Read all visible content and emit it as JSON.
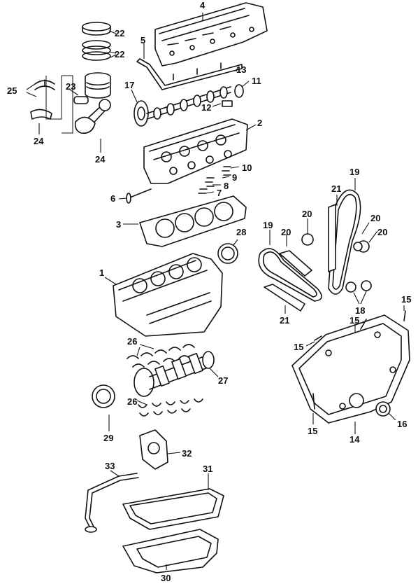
{
  "callouts": [
    {
      "id": "c4",
      "text": "4"
    },
    {
      "id": "c22a",
      "text": "22"
    },
    {
      "id": "c22b",
      "text": "22"
    },
    {
      "id": "c5",
      "text": "5"
    },
    {
      "id": "c13",
      "text": "13"
    },
    {
      "id": "c25",
      "text": "25"
    },
    {
      "id": "c23",
      "text": "23"
    },
    {
      "id": "c17",
      "text": "17"
    },
    {
      "id": "c11",
      "text": "11"
    },
    {
      "id": "c12",
      "text": "12"
    },
    {
      "id": "c24a",
      "text": "24"
    },
    {
      "id": "c24b",
      "text": "24"
    },
    {
      "id": "c2",
      "text": "2"
    },
    {
      "id": "c10",
      "text": "10"
    },
    {
      "id": "c9",
      "text": "9"
    },
    {
      "id": "c8",
      "text": "8"
    },
    {
      "id": "c7",
      "text": "7"
    },
    {
      "id": "c6",
      "text": "6"
    },
    {
      "id": "c3",
      "text": "3"
    },
    {
      "id": "c28",
      "text": "28"
    },
    {
      "id": "c1",
      "text": "1"
    },
    {
      "id": "c19a",
      "text": "19"
    },
    {
      "id": "c21a",
      "text": "21"
    },
    {
      "id": "c20a",
      "text": "20"
    },
    {
      "id": "c20b",
      "text": "20"
    },
    {
      "id": "c20c",
      "text": "20"
    },
    {
      "id": "c19b",
      "text": "19"
    },
    {
      "id": "c20d",
      "text": "20"
    },
    {
      "id": "c18",
      "text": "18"
    },
    {
      "id": "c21b",
      "text": "21"
    },
    {
      "id": "c15a",
      "text": "15"
    },
    {
      "id": "c15b",
      "text": "15"
    },
    {
      "id": "c15c",
      "text": "15"
    },
    {
      "id": "c15d",
      "text": "15"
    },
    {
      "id": "c26a",
      "text": "26"
    },
    {
      "id": "c27",
      "text": "27"
    },
    {
      "id": "c26b",
      "text": "26"
    },
    {
      "id": "c29",
      "text": "29"
    },
    {
      "id": "c16",
      "text": "16"
    },
    {
      "id": "c14",
      "text": "14"
    },
    {
      "id": "c32",
      "text": "32"
    },
    {
      "id": "c33",
      "text": "33"
    },
    {
      "id": "c31",
      "text": "31"
    },
    {
      "id": "c30",
      "text": "30"
    }
  ]
}
